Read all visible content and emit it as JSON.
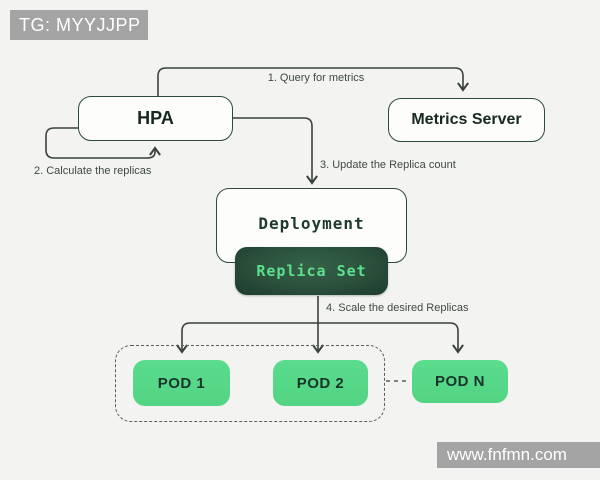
{
  "watermarks": {
    "top_left": "TG: MYYJJPP",
    "bottom_right": "www.fnfmn.com"
  },
  "nodes": {
    "hpa": "HPA",
    "metrics_server": "Metrics Server",
    "deployment": "Deployment",
    "replica_set": "Replica Set",
    "pod_1": "POD 1",
    "pod_2": "POD 2",
    "pod_n": "POD N"
  },
  "steps": {
    "query_metrics": "1. Query for metrics",
    "calculate_replicas": "2. Calculate the replicas",
    "update_replica_count": "3. Update the Replica count",
    "scale_replicas": "4. Scale the desired Replicas"
  },
  "colors": {
    "background": "#f3f3f1",
    "node_border": "#2c4a3e",
    "node_text": "#16291f",
    "deployment_text": "#1d3b2c",
    "replica_set_bg_center": "#356149",
    "replica_set_bg_edge": "#1d3a2c",
    "replica_set_text": "#5ce08d",
    "pod_bg": "#56d888",
    "pod_text": "#17352a",
    "arrow": "#39423e",
    "edge_label_text": "#3e4a44",
    "dashed_border": "#5c5c5c",
    "watermark_bg": "#a4a4a4",
    "watermark_text": "#ffffff"
  }
}
